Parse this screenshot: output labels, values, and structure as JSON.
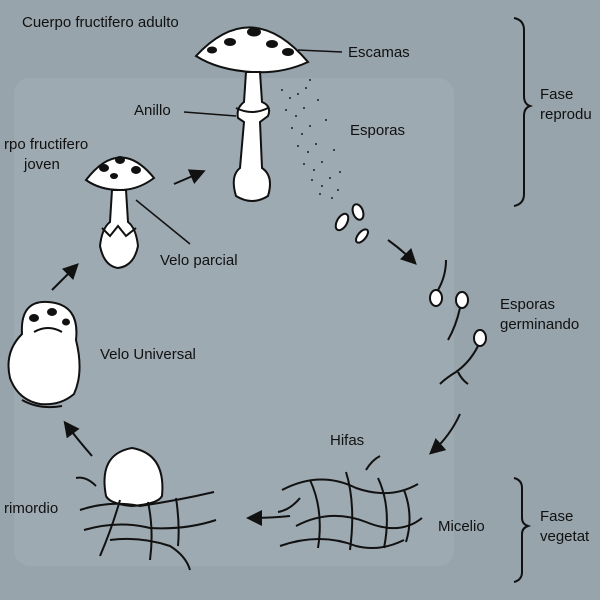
{
  "labels": {
    "adult_body": "Cuerpo fructifero adulto",
    "scales": "Escamas",
    "ring": "Anillo",
    "spores": "Esporas",
    "young_body_line1": "rpo fructifero",
    "young_body_line2": "joven",
    "partial_veil": "Velo parcial",
    "germinating_line1": "Esporas",
    "germinating_line2": "germinando",
    "universal_veil": "Velo Universal",
    "hyphae": "Hifas",
    "primordium": "rimordio",
    "mycelium": "Micelio"
  },
  "phases": {
    "reproductive_line1": "Fase",
    "reproductive_line2": "reprodu",
    "vegetative_line1": "Fase",
    "vegetative_line2": "vegetat"
  },
  "colors": {
    "background": "#97a4ab",
    "ink": "#111111",
    "fill": "#ffffff"
  }
}
